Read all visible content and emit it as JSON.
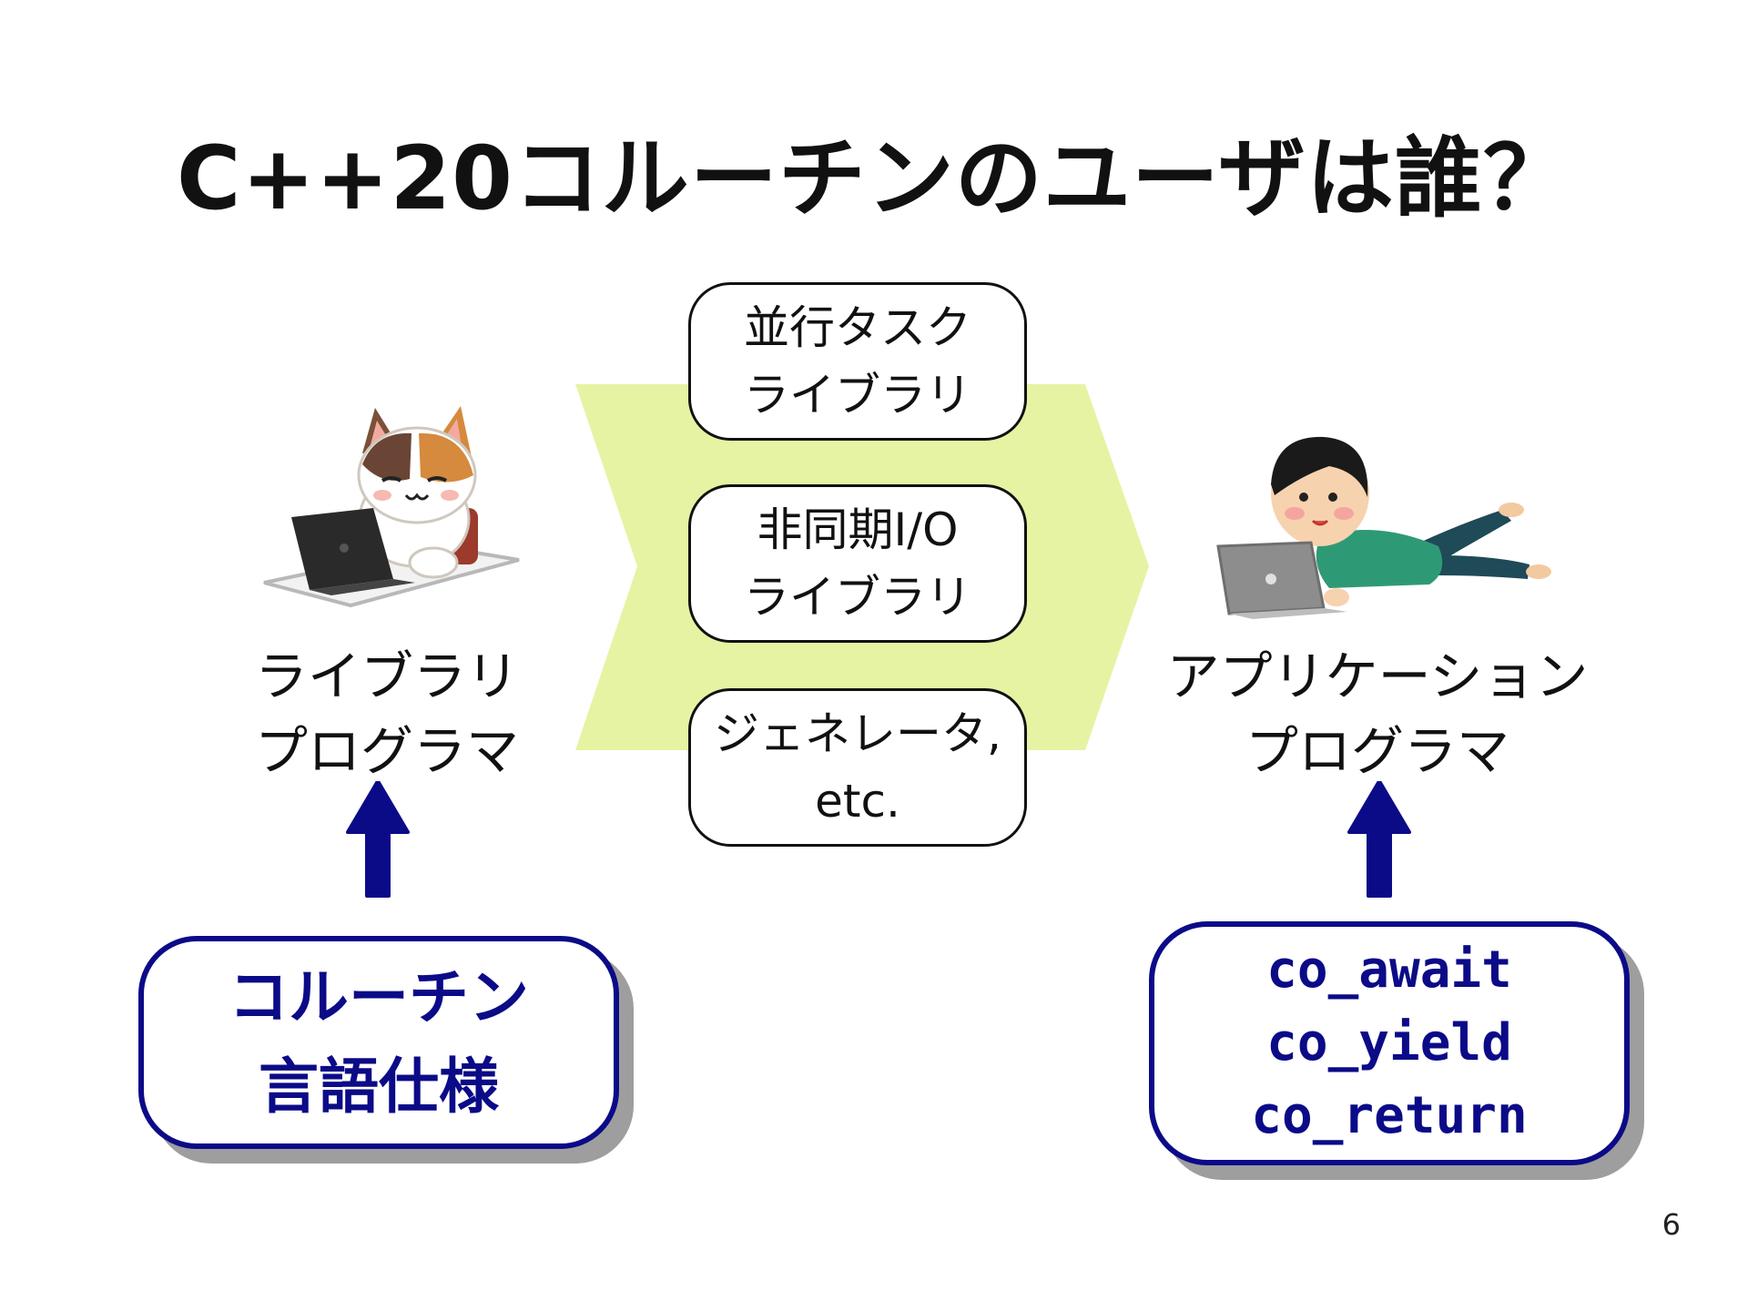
{
  "slide": {
    "title": "C++20コルーチンのユーザは誰？",
    "page_number": "6"
  },
  "center": {
    "libraries": [
      {
        "line1": "並行タスク",
        "line2": "ライブラリ"
      },
      {
        "line1": "非同期I/O",
        "line2": "ライブラリ"
      },
      {
        "line1": "ジェネレータ,",
        "line2": "etc."
      }
    ],
    "arrow_color": "#e6f3a3"
  },
  "left": {
    "label_line1": "ライブラリ",
    "label_line2": "プログラマ",
    "illustration": "cat-with-laptop",
    "spec_line1": "コルーチン",
    "spec_line2": "言語仕様"
  },
  "right": {
    "label_line1": "アプリケーション",
    "label_line2": "プログラマ",
    "illustration": "boy-with-laptop",
    "keywords": [
      "co_await",
      "co_yield",
      "co_return"
    ]
  },
  "colors": {
    "spec_border": "#0b0b88",
    "spec_text": "#0b0b88",
    "up_arrow": "#0b0b88",
    "shadow": "#9e9e9e"
  }
}
